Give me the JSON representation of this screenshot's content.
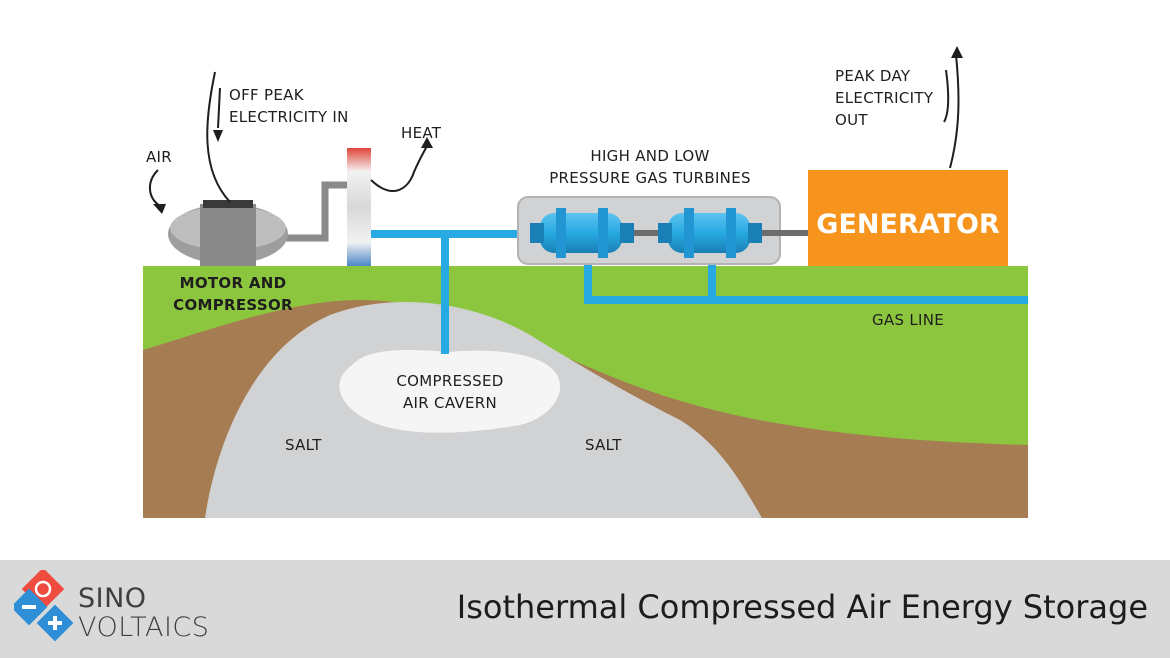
{
  "labels": {
    "off_peak": [
      "OFF PEAK",
      "ELECTRICITY IN"
    ],
    "air": "AIR",
    "heat": "HEAT",
    "turbines": [
      "HIGH AND LOW",
      "PRESSURE GAS TURBINES"
    ],
    "peak": [
      "PEAK DAY",
      "ELECTRICITY",
      "OUT"
    ],
    "generator": "GENERATOR",
    "motor": [
      "MOTOR AND",
      "COMPRESSOR"
    ],
    "gas_line": "GAS LINE",
    "cavern": [
      "COMPRESSED",
      "AIR CAVERN"
    ],
    "salt_left": "SALT",
    "salt_right": "SALT"
  },
  "footer": {
    "title": "Isothermal Compressed Air Energy Storage",
    "logo_line1": "SINO",
    "logo_line2": "VOLTAICS"
  },
  "colors": {
    "grass": "#8cc63f",
    "soil": "#a67c52",
    "salt": "#d1d2d4",
    "pipe": "#27aae1",
    "generator": "#f7941d",
    "footer_bg": "#d9d9da",
    "logo_red": "#ef4b3f",
    "logo_blue": "#2f8fd6"
  }
}
